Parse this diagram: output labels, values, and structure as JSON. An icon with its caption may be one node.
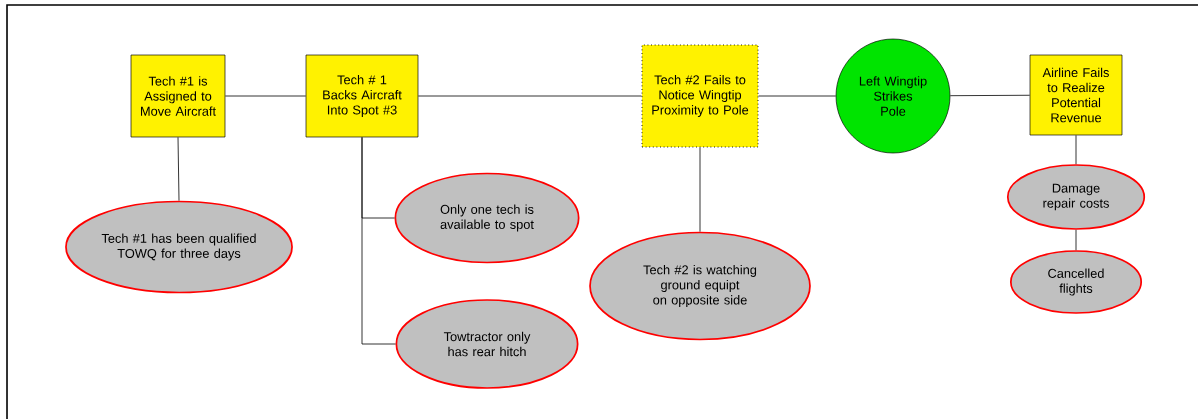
{
  "diagram": {
    "nodes": [
      {
        "text": [
          "Tech #1 is Assigned to Move Aircraft"
        ]
      },
      {
        "text": [
          "Tech # 1 Backs Aircraft Into Spot #3"
        ]
      },
      {
        "text": [
          "Tech #2 Fails to Notice Wingtip Proximity to Pole"
        ]
      },
      {
        "text": [
          "Left Wingtip Strikes Pole"
        ]
      },
      {
        "text": [
          "Airline Fails to Realize Potential Revenue"
        ]
      },
      {
        "text": [
          "Tech #1 has been qualified TOWQ for three days"
        ]
      },
      {
        "text": [
          "Only one tech is available to spot"
        ]
      },
      {
        "text": [
          "Towtractor only has rear hitch"
        ]
      },
      {
        "text": [
          "Tech #2 is watching ground equipt on opposite side"
        ]
      },
      {
        "text": [
          "Damage repair costs"
        ]
      },
      {
        "text": [
          "Cancelled flights"
        ]
      }
    ],
    "edges": [
      {
        "from": 0,
        "to": 1,
        "arrow": "none"
      },
      {
        "from": 1,
        "to": 2,
        "arrow": "none"
      },
      {
        "from": 2,
        "to": 3,
        "arrow": "none"
      },
      {
        "from": 3,
        "to": 4,
        "arrow": "none"
      },
      {
        "from": 0,
        "to": 5,
        "arrow": "none"
      },
      {
        "from": 1,
        "to": 6,
        "arrow": "none"
      },
      {
        "from": 1,
        "to": 7,
        "arrow": "none"
      },
      {
        "from": 2,
        "to": 8,
        "arrow": "none"
      },
      {
        "from": 4,
        "to": 9,
        "arrow": "none"
      },
      {
        "from": 9,
        "to": 10,
        "arrow": "none"
      }
    ]
  }
}
